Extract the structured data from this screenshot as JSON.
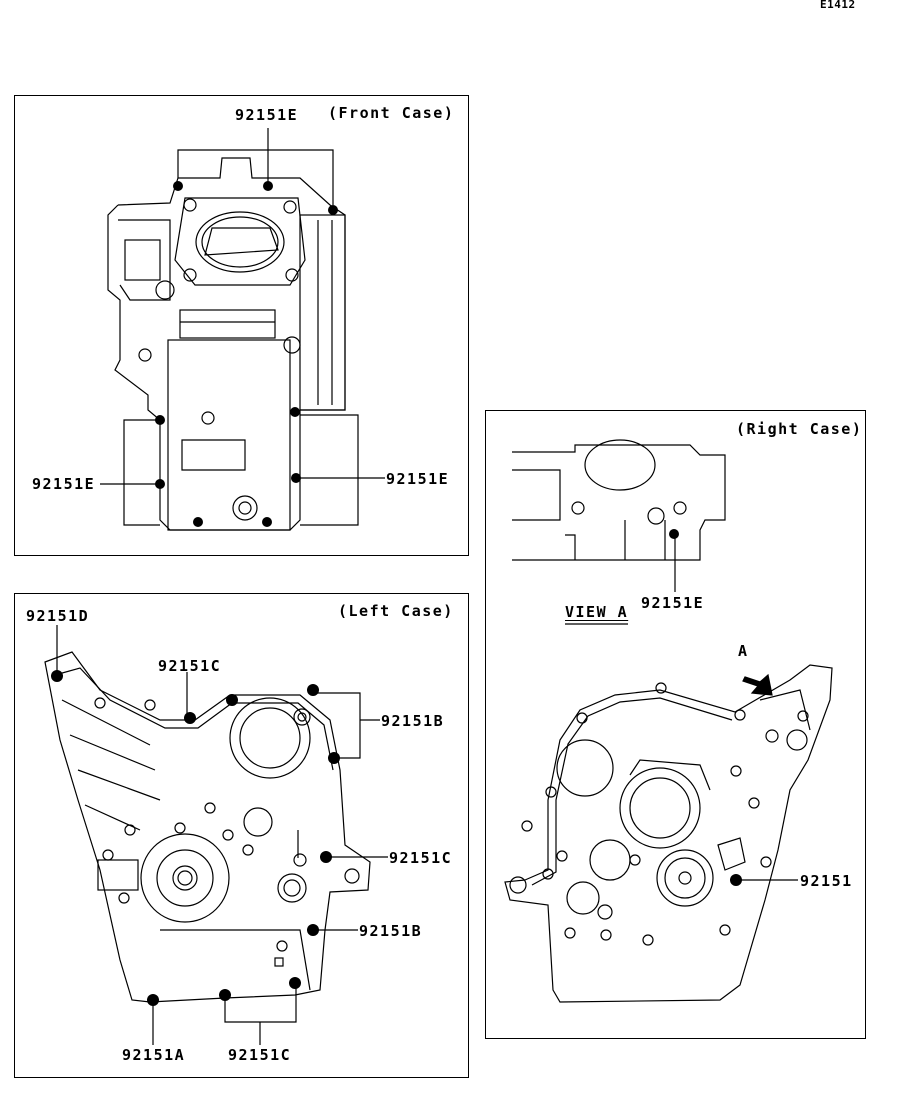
{
  "diagram_code": "E1412",
  "front_case": {
    "title": "(Front Case)",
    "labels": {
      "top": "92151E",
      "left": "92151E",
      "right": "92151E"
    }
  },
  "left_case": {
    "title": "(Left Case)",
    "labels": {
      "d": "92151D",
      "c_top": "92151C",
      "b_top": "92151B",
      "c_mid": "92151C",
      "b_low": "92151B",
      "a": "92151A",
      "c_bottom": "92151C"
    }
  },
  "right_case": {
    "title": "(Right Case)",
    "view_label": "VIEW A",
    "view_part": "92151E",
    "arrow_label": "A",
    "part": "92151"
  }
}
